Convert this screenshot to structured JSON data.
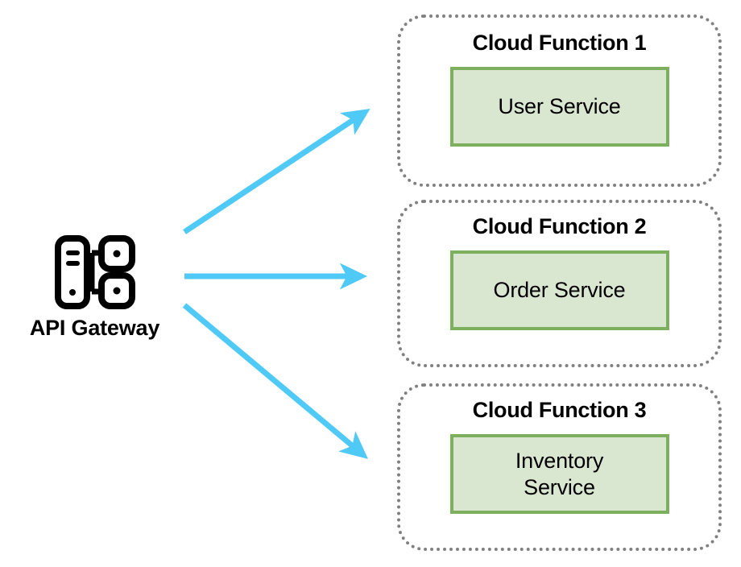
{
  "diagram": {
    "type": "architecture-flow",
    "title_visible": false,
    "colors": {
      "arrow": "#4FC9F5",
      "panel_border": "#808080",
      "service_border": "#7CB05E",
      "service_fill": "#D9E7D0",
      "text": "#000000",
      "background": "#FFFFFF"
    },
    "source": {
      "id": "api-gateway",
      "label": "API Gateway",
      "icon": "server-network-icon"
    },
    "targets": [
      {
        "id": "cloud-function-1",
        "title": "Cloud Function 1",
        "service": "User Service",
        "service_lines": [
          "User Service"
        ]
      },
      {
        "id": "cloud-function-2",
        "title": "Cloud Function 2",
        "service": "Order Service",
        "service_lines": [
          "Order Service"
        ]
      },
      {
        "id": "cloud-function-3",
        "title": "Cloud Function 3",
        "service": "Inventory Service",
        "service_lines": [
          "Inventory",
          "Service"
        ]
      }
    ],
    "connections": [
      {
        "id": "arrow-gateway-to-cf1",
        "from": "API Gateway",
        "to": "Cloud Function 1",
        "direction": "up-right"
      },
      {
        "id": "arrow-gateway-to-cf2",
        "from": "API Gateway",
        "to": "Cloud Function 2",
        "direction": "right"
      },
      {
        "id": "arrow-gateway-to-cf3",
        "from": "API Gateway",
        "to": "Cloud Function 3",
        "direction": "down-right"
      }
    ]
  }
}
